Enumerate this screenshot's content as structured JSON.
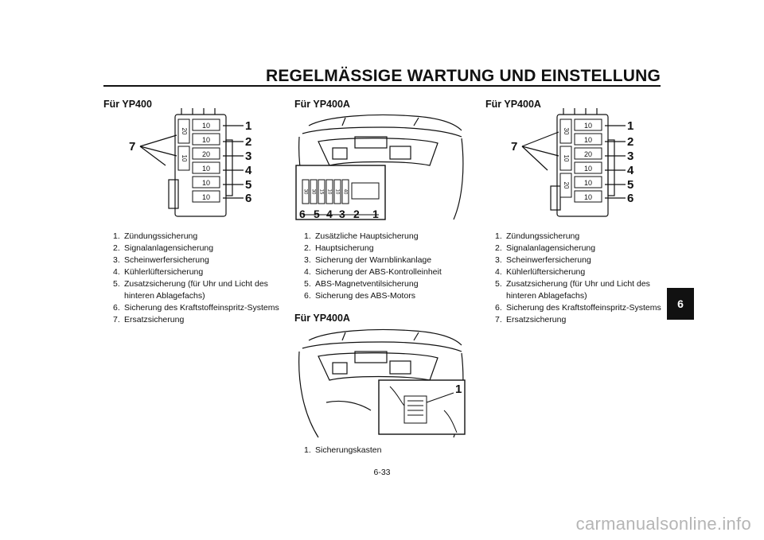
{
  "header": {
    "title": "REGELMÄSSIGE WARTUNG UND EINSTELLUNG"
  },
  "columns": [
    {
      "heading": "Für YP400",
      "legend": [
        {
          "n": "1.",
          "text": "Zündungssicherung"
        },
        {
          "n": "2.",
          "text": "Signalanlagensicherung"
        },
        {
          "n": "3.",
          "text": "Scheinwerfersicherung"
        },
        {
          "n": "4.",
          "text": "Kühlerlüftersicherung"
        },
        {
          "n": "5.",
          "text": "Zusatzsicherung (für Uhr und Licht des hinteren Ablagefachs)"
        },
        {
          "n": "6.",
          "text": "Sicherung des Kraftstoffeinspritz-Systems"
        },
        {
          "n": "7.",
          "text": "Ersatzsicherung"
        }
      ]
    },
    {
      "heading": "Für YP400A",
      "legend": [
        {
          "n": "1.",
          "text": "Zusätzliche Hauptsicherung"
        },
        {
          "n": "2.",
          "text": "Hauptsicherung"
        },
        {
          "n": "3.",
          "text": "Sicherung der Warnblinkanlage"
        },
        {
          "n": "4.",
          "text": "Sicherung der ABS-Kontrolleinheit"
        },
        {
          "n": "5.",
          "text": "ABS-Magnetventilsicherung"
        },
        {
          "n": "6.",
          "text": "Sicherung des ABS-Motors"
        }
      ],
      "heading2": "Für YP400A",
      "legend2": [
        {
          "n": "1.",
          "text": "Sicherungskasten"
        }
      ]
    },
    {
      "heading": "Für YP400A",
      "legend": [
        {
          "n": "1.",
          "text": "Zündungssicherung"
        },
        {
          "n": "2.",
          "text": "Signalanlagensicherung"
        },
        {
          "n": "3.",
          "text": "Scheinwerfersicherung"
        },
        {
          "n": "4.",
          "text": "Kühlerlüftersicherung"
        },
        {
          "n": "5.",
          "text": "Zusatzsicherung (für Uhr und Licht des hinteren Ablagefachs)"
        },
        {
          "n": "6.",
          "text": "Sicherung des Kraftstoffeinspritz-Systems"
        },
        {
          "n": "7.",
          "text": "Ersatzsicherung"
        }
      ]
    }
  ],
  "fusebox_left": {
    "callouts": [
      "1",
      "2",
      "3",
      "4",
      "5",
      "6",
      "7"
    ],
    "fuse_ratings": [
      "10",
      "10",
      "20",
      "10",
      "10",
      "10"
    ],
    "spare_ratings": [
      "20",
      "10"
    ]
  },
  "abs_diagram": {
    "callouts": [
      "6",
      "5",
      "4",
      "3",
      "2",
      "1"
    ],
    "fuse_ratings": [
      "30",
      "30",
      "15",
      "10",
      "10",
      "40"
    ]
  },
  "fusebox_location": {
    "callouts": [
      "1"
    ]
  },
  "fusebox_right": {
    "callouts": [
      "1",
      "2",
      "3",
      "4",
      "5",
      "6",
      "7"
    ],
    "fuse_ratings": [
      "10",
      "10",
      "20",
      "10",
      "10",
      "10"
    ],
    "spare_ratings": [
      "30",
      "10",
      "20"
    ]
  },
  "chapter_tab": "6",
  "page_number": "6-33",
  "watermark": "carmanualsonline.info"
}
